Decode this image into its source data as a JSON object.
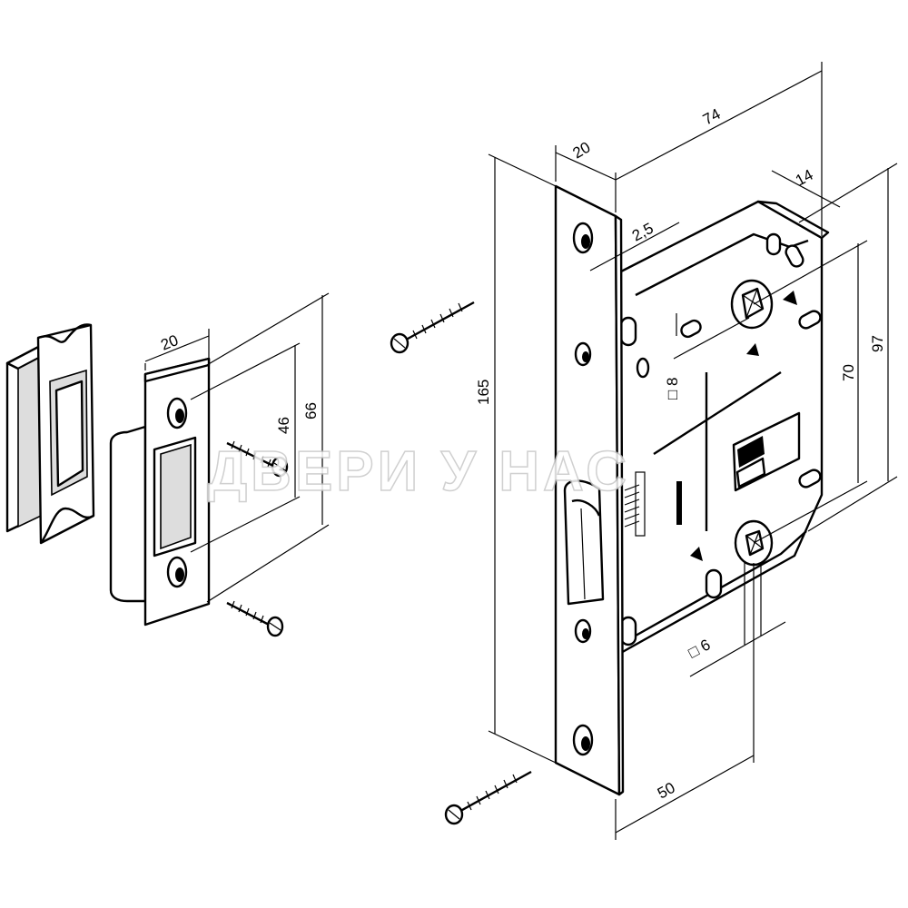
{
  "dimensions": {
    "strike_width": "20",
    "strike_hole_spacing": "46",
    "strike_height": "66",
    "faceplate_height": "165",
    "faceplate_width": "20",
    "faceplate_thickness": "2,5",
    "body_depth": "74",
    "body_offset": "14",
    "spindle_square": "□ 8",
    "spindle_spacing": "70",
    "body_height": "97",
    "lower_square": "□ 6",
    "backset": "50"
  },
  "watermark": "ДВЕРИ У НАС"
}
